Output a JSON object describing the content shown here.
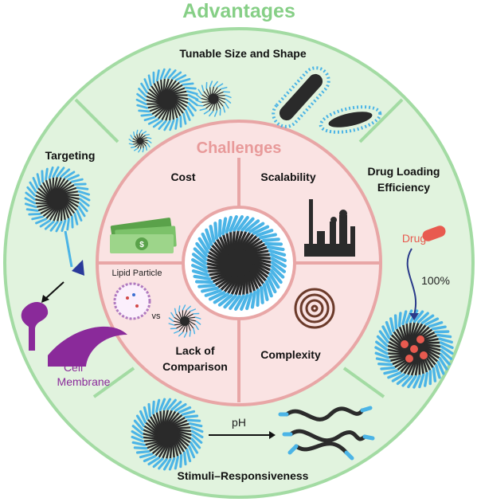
{
  "title": "Advantages",
  "inner_title": "Challenges",
  "advantages": {
    "top": "Tunable Size and Shape",
    "left": "Targeting",
    "right_line1": "Drug Loading",
    "right_line2": "Efficiency",
    "bottom": "Stimuli–Responsiveness"
  },
  "challenges": {
    "cost": "Cost",
    "scalability": "Scalability",
    "lack_line1": "Lack of",
    "lack_line2": "Comparison",
    "complexity": "Complexity"
  },
  "labels": {
    "lipid_particle": "Lipid Particle",
    "vs": "vs",
    "drug": "Drug",
    "percent": "100%",
    "cell": "Cell",
    "membrane": "Membrane",
    "ph": "pH"
  },
  "colors": {
    "outer_ring_fill": "#dff2dc",
    "outer_ring_stroke": "#9bd89b",
    "inner_fill": "#fbe3e3",
    "inner_stroke": "#e6a3a3",
    "core": "#2a2a2a",
    "shell": "#4bb4e6",
    "drug": "#e85a4f",
    "cell": "#8a2a9a",
    "arrow_target": "#2a3a9a"
  }
}
